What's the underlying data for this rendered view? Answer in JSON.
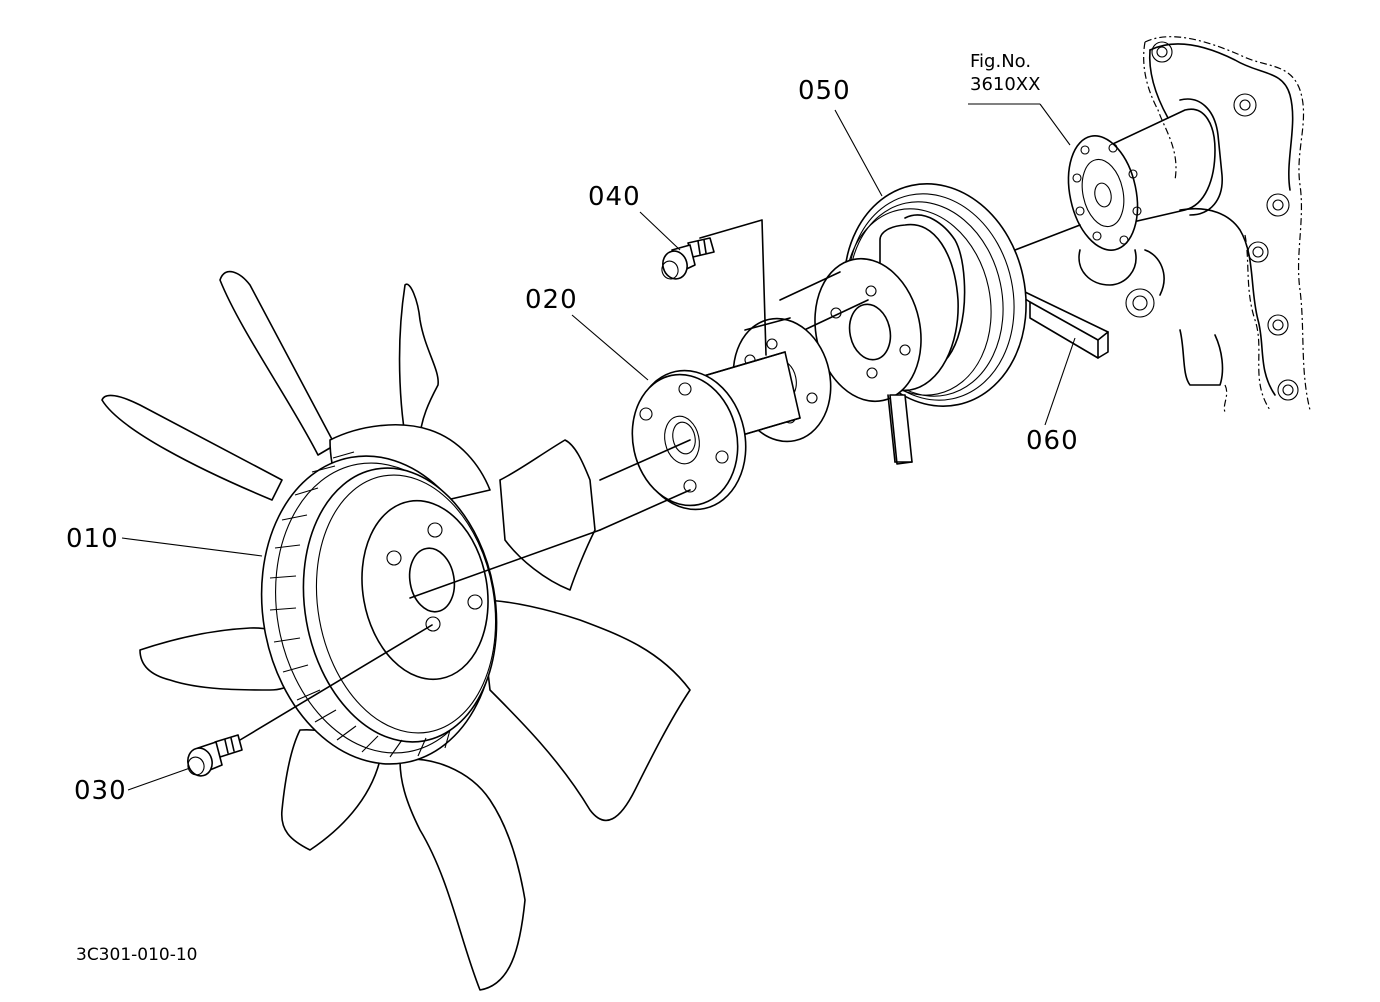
{
  "figure": {
    "reference_label": "Fig.No.",
    "reference_number": "3610XX",
    "drawing_code": "3C301-010-10"
  },
  "callouts": {
    "fan": "010",
    "flange": "020",
    "bolt_fan": "030",
    "bolt_flange": "040",
    "pulley": "050",
    "v_belt": "060"
  },
  "colors": {
    "line": "#000000",
    "background": "#ffffff"
  }
}
